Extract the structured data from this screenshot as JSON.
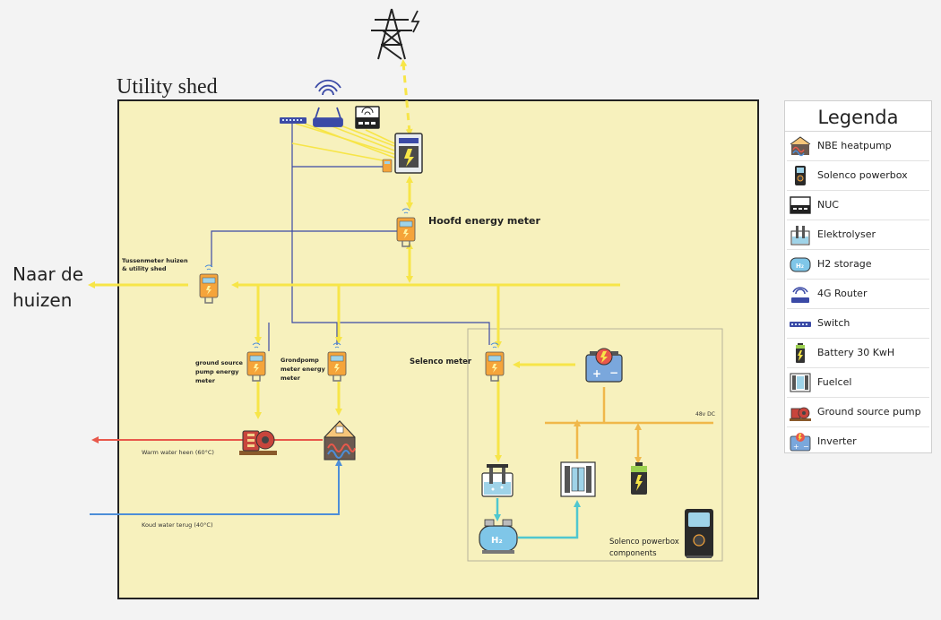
{
  "labels": {
    "utility_shed": "Utility shed",
    "naar_line1": "Naar de",
    "naar_line2": "huizen",
    "hoofd": "Hoofd energy meter",
    "tussen_line1": "Tussenmeter huizen",
    "tussen_line2": "& utility shed",
    "gsp_line1": "ground source",
    "gsp_line2": "pump energy",
    "gsp_line3": "meter",
    "grond_line1": "Grondpomp",
    "grond_line2": "meter energy",
    "grond_line3": "meter",
    "selenco_meter": "Selenco meter",
    "dc48": "48v DC",
    "warm": "Warm water heen (60°C)",
    "koud": "Koud water terug (40°C)",
    "pb_line1": "Solenco powerbox",
    "pb_line2": "components",
    "h2": "H₂"
  },
  "legend": {
    "title": "Legenda",
    "items": [
      {
        "label": "NBE heatpump",
        "icon": "heatpump-icon"
      },
      {
        "label": "Solenco powerbox",
        "icon": "powerbox-icon"
      },
      {
        "label": "NUC",
        "icon": "nuc-icon"
      },
      {
        "label": "Elektrolyser",
        "icon": "electrolyser-icon"
      },
      {
        "label": "H2 storage",
        "icon": "h2-storage-icon"
      },
      {
        "label": "4G Router",
        "icon": "router-icon"
      },
      {
        "label": "Switch",
        "icon": "switch-icon"
      },
      {
        "label": "Battery 30 KwH",
        "icon": "battery-icon"
      },
      {
        "label": "Fuelcel",
        "icon": "fuelcell-icon"
      },
      {
        "label": "Ground source pump",
        "icon": "ground-source-pump-icon"
      },
      {
        "label": "Inverter",
        "icon": "inverter-icon"
      }
    ]
  },
  "colors": {
    "shed_fill": "#f7f1bd",
    "power_line": "#f7e548",
    "data_line": "#3b4aa6",
    "hot_water": "#e8584b",
    "cold_water": "#4d8ed8",
    "h2_line": "#4fc7cf",
    "dc_line": "#f0b84a"
  }
}
